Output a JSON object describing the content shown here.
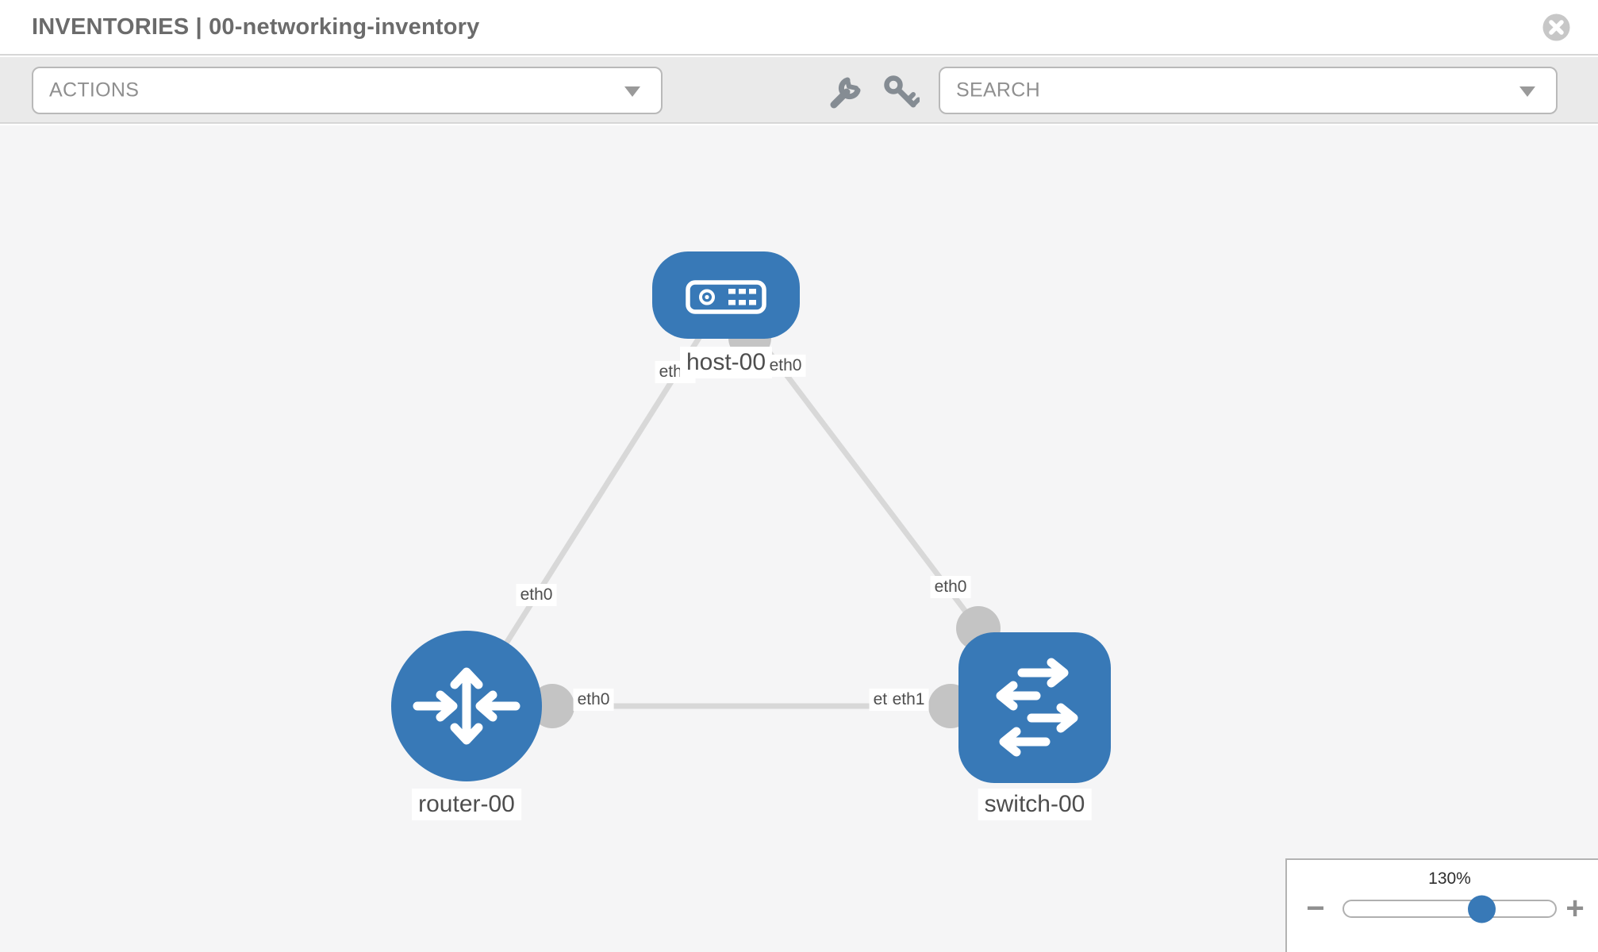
{
  "header": {
    "title": "INVENTORIES | 00-networking-inventory",
    "close_icon": "circle-x-icon"
  },
  "toolbar": {
    "actions_label": "ACTIONS",
    "search_label": "SEARCH",
    "icons": [
      "wrench-icon",
      "key-icon"
    ]
  },
  "colors": {
    "node_blue": "#3879b7",
    "link_gray": "#d8d8d8",
    "interface_dot_gray": "#c4c4c4",
    "canvas_bg": "#f5f5f6",
    "toolbar_bg": "#eaeaea",
    "slider_thumb_blue": "#3879b7"
  },
  "topology": {
    "nodes": [
      {
        "id": "host-00",
        "type": "host",
        "label": "host-00",
        "icon": "server-icon"
      },
      {
        "id": "router-00",
        "type": "router",
        "label": "router-00",
        "icon": "router-arrows-icon"
      },
      {
        "id": "switch-00",
        "type": "switch",
        "label": "switch-00",
        "icon": "switch-arrows-icon"
      }
    ],
    "links": [
      {
        "from": "host-00",
        "from_interface": "eth0",
        "to": "router-00",
        "to_interface": "eth0"
      },
      {
        "from": "host-00",
        "from_interface": "eth0",
        "to": "switch-00",
        "to_interface": "eth0"
      },
      {
        "from": "router-00",
        "from_interface": "eth0",
        "to": "switch-00",
        "to_interface": "eth1",
        "to_interface_overlapped": "eth0"
      }
    ]
  },
  "zoom_control": {
    "level": "130%",
    "percent": 130,
    "minus_glyph": "−",
    "plus_glyph": "+"
  }
}
